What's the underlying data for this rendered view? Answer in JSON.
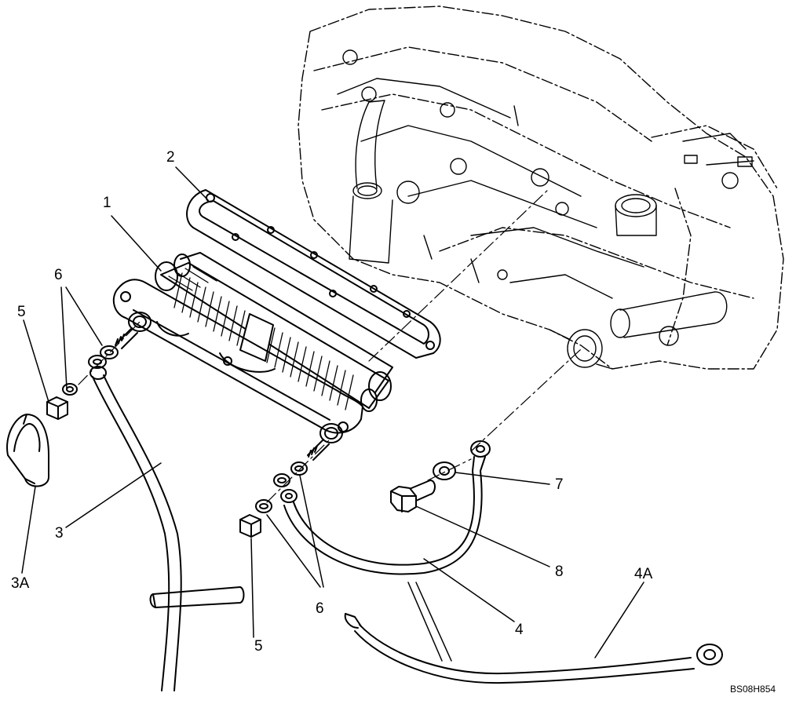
{
  "diagram": {
    "reference_code": "BS08H854",
    "callouts": {
      "c1": "1",
      "c2": "2",
      "c3": "3",
      "c3A": "3A",
      "c4": "4",
      "c4A": "4A",
      "c5a": "5",
      "c5b": "5",
      "c6a": "6",
      "c6b": "6",
      "c7": "7",
      "c8": "8"
    }
  }
}
